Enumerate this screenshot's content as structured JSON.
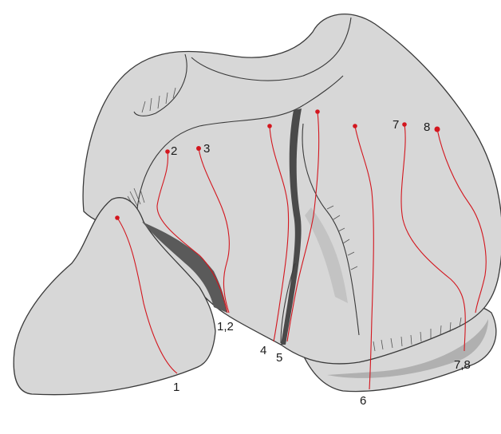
{
  "labels": {
    "l1": "1",
    "l1_2": "1,2",
    "l2": "2",
    "l3": "3",
    "l4": "4",
    "l5": "5",
    "l6": "6",
    "l7": "7",
    "l7_8": "7,8",
    "l8": "8"
  },
  "colors": {
    "tissue": "#d7d7d7",
    "outline": "#3a3a3a",
    "shadow": "#6b6b6b",
    "tract": "#d3161e"
  }
}
